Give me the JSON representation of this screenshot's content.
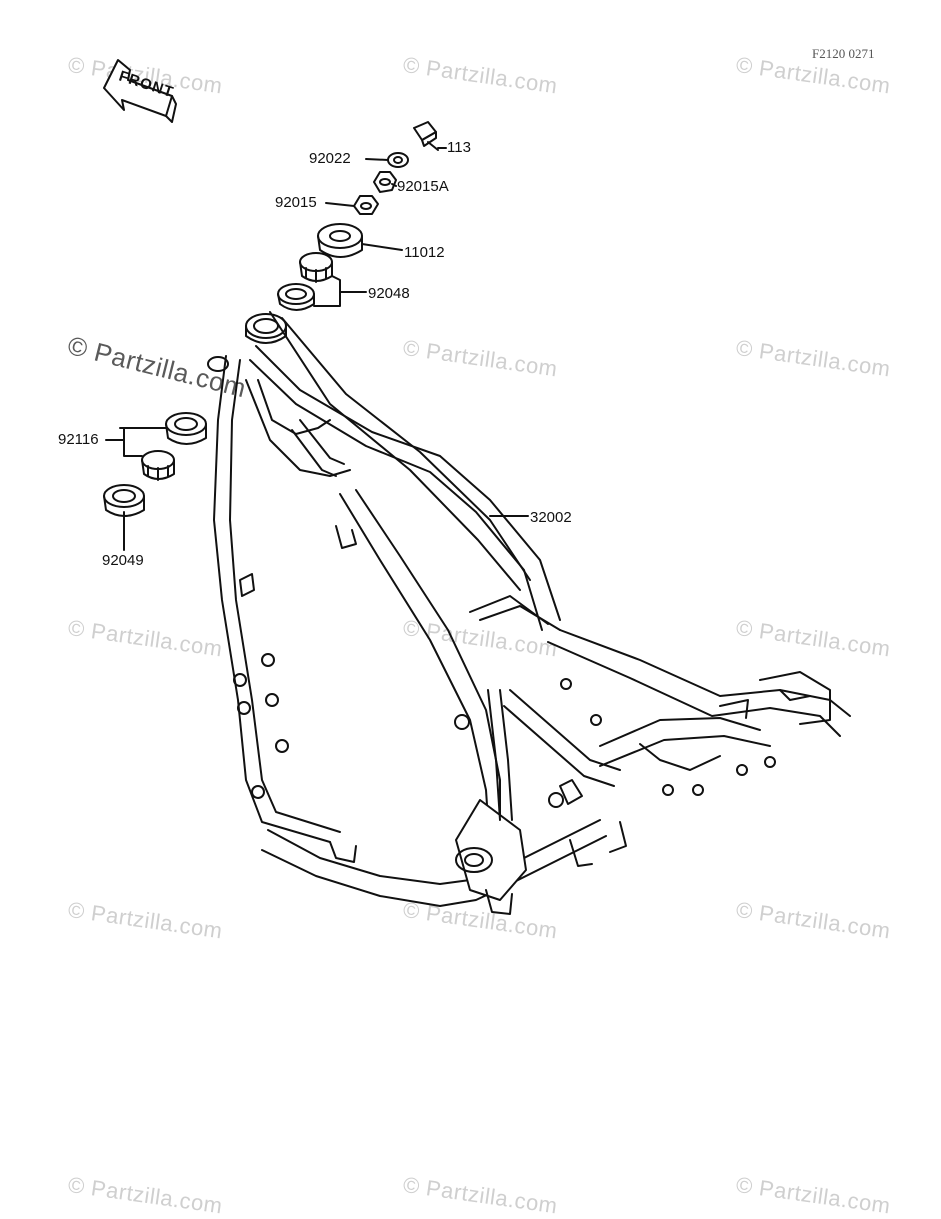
{
  "diagram": {
    "code": "F2120 0271",
    "front_label": "FRONT",
    "watermark": "© Partzilla.com",
    "watermark_big": "© Partzilla.com",
    "labels": {
      "p113": "113",
      "p92022": "92022",
      "p92015A": "92015A",
      "p92015": "92015",
      "p11012": "11012",
      "p92048": "92048",
      "p92116": "92116",
      "p92049": "92049",
      "p32002": "32002"
    }
  }
}
